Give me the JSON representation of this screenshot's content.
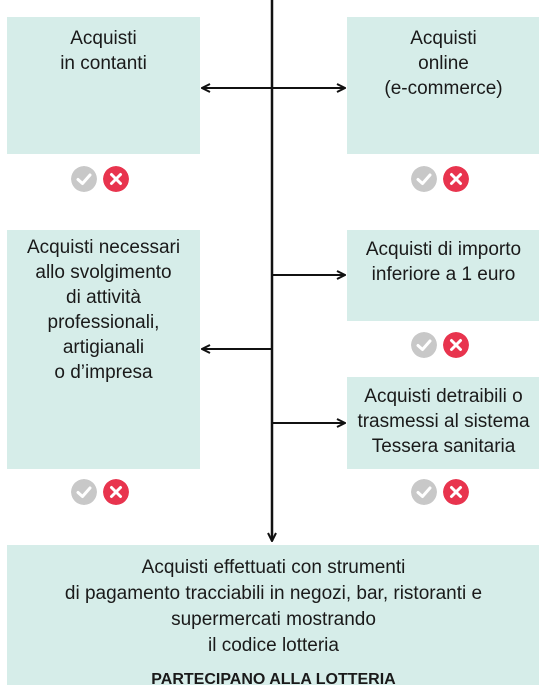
{
  "boxes": {
    "cash": {
      "lines": [
        "Acquisti",
        "in contanti"
      ]
    },
    "online": {
      "lines": [
        "Acquisti",
        "online",
        "(e-commerce)"
      ]
    },
    "professional": {
      "lines": [
        "Acquisti necessari",
        "allo svolgimento",
        "di attività",
        "professionali,",
        "artigianali",
        "o d’impresa"
      ]
    },
    "small_amount": {
      "lines": [
        "Acquisti di importo",
        "inferiore a 1 euro"
      ]
    },
    "medical": {
      "lines": [
        "Acquisti detraibili o",
        "trasmessi al sistema",
        "Tessera sanitaria"
      ]
    },
    "participate": {
      "lines": [
        "Acquisti effettuati con strumenti",
        "di pagamento tracciabili in negozi, bar, ristoranti e",
        "supermercati mostrando",
        "il codice lotteria"
      ],
      "verdict": "PARTECIPANO ALLA LOTTERIA"
    }
  },
  "icons": {
    "check": "check-icon",
    "cross": "cross-icon"
  },
  "colors": {
    "box_fill": "#d6ede9",
    "check_grey": "#c8c8c8",
    "cross_red": "#e8344e",
    "line": "#111111"
  }
}
